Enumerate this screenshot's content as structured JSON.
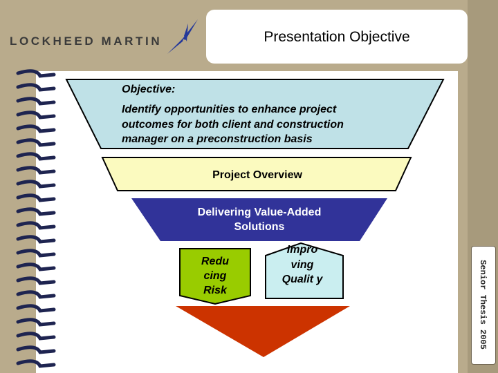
{
  "header": {
    "logo_text": "LOCKHEED MARTIN",
    "title": "Presentation Objective"
  },
  "side_tab": {
    "label": "Senior Thesis 2005"
  },
  "funnel": {
    "objective_heading": "Objective:",
    "objective_text": "Identify opportunities to enhance project outcomes for both client and construction manager on a preconstruction basis",
    "project_overview": "Project Overview",
    "delivering": "Delivering Value-Added Solutions",
    "reducing_risk": "Redu cing Risk",
    "improving_quality": "Impro ving Qualit y"
  },
  "colors": {
    "objective_fill": "#bfe1e7",
    "overview_fill": "#fbfabf",
    "delivering_fill": "#313399",
    "risk_fill": "#99cc00",
    "quality_fill": "#caeef0",
    "tip_fill": "#cc3300",
    "logo_blue": "#24389a",
    "background": "#b9ab8c"
  }
}
